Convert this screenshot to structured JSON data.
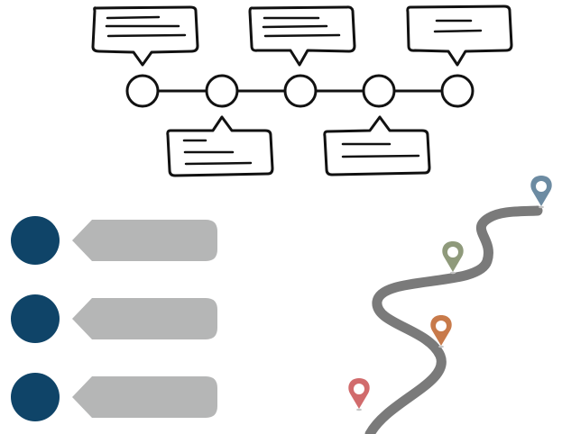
{
  "timeline": {
    "node_count": 5,
    "callouts": [
      {
        "node": 1,
        "position": "above",
        "text_lines": 3
      },
      {
        "node": 2,
        "position": "below",
        "text_lines": 3
      },
      {
        "node": 3,
        "position": "above",
        "text_lines": 3
      },
      {
        "node": 4,
        "position": "below",
        "text_lines": 2
      },
      {
        "node": 5,
        "position": "above",
        "text_lines": 2
      }
    ],
    "stroke_color": "#111111"
  },
  "list": {
    "items": [
      {
        "text": ""
      },
      {
        "text": ""
      },
      {
        "text": ""
      }
    ],
    "dot_color": "#0f4468",
    "tag_color": "#b5b6b6"
  },
  "road": {
    "road_color": "#7a7a7a",
    "pins": [
      {
        "name": "pin-1",
        "color": "#d16b6c"
      },
      {
        "name": "pin-2",
        "color": "#c87a4a"
      },
      {
        "name": "pin-3",
        "color": "#8f9a7b"
      },
      {
        "name": "pin-4",
        "color": "#6c8ba2"
      }
    ]
  }
}
